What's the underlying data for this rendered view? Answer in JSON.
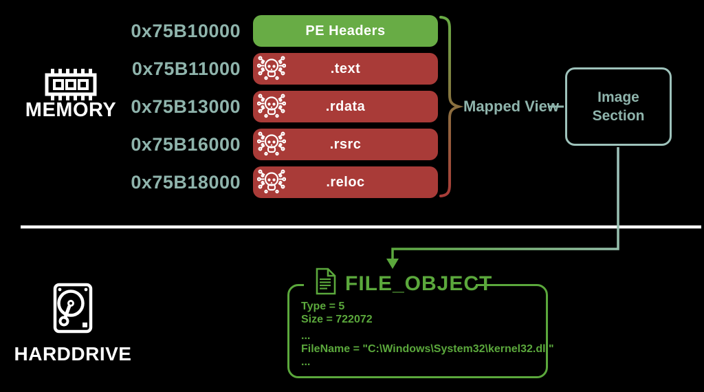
{
  "colors": {
    "background": "#000000",
    "address_text": "#8fb4ac",
    "clean_box": "#68ac45",
    "infected_box": "#a93b38",
    "teal_border": "#9ec2bb",
    "file_object_green": "#5ba83c",
    "divider": "#ffffff",
    "hardware_icons": "#ffffff"
  },
  "memory": {
    "label": "MEMORY",
    "icon": "ram-chip-icon"
  },
  "harddrive": {
    "label": "HARDDRIVE",
    "icon": "harddrive-icon"
  },
  "memory_map": {
    "rows": [
      {
        "address": "0x75B10000",
        "label": "PE Headers",
        "status": "clean"
      },
      {
        "address": "0x75B11000",
        "label": ".text",
        "status": "infected"
      },
      {
        "address": "0x75B13000",
        "label": ".rdata",
        "status": "infected"
      },
      {
        "address": "0x75B16000",
        "label": ".rsrc",
        "status": "infected"
      },
      {
        "address": "0x75B18000",
        "label": ".reloc",
        "status": "infected"
      }
    ]
  },
  "mapped_view": {
    "label": "Mapped View"
  },
  "image_section": {
    "label": "Image\nSection"
  },
  "file_object": {
    "title": "FILE_OBJECT",
    "icon": "document-icon",
    "fields": [
      "Type = 5",
      "Size = 722072",
      "...",
      "FileName = \"C:\\Windows\\System32\\kernel32.dll\"",
      "..."
    ]
  }
}
